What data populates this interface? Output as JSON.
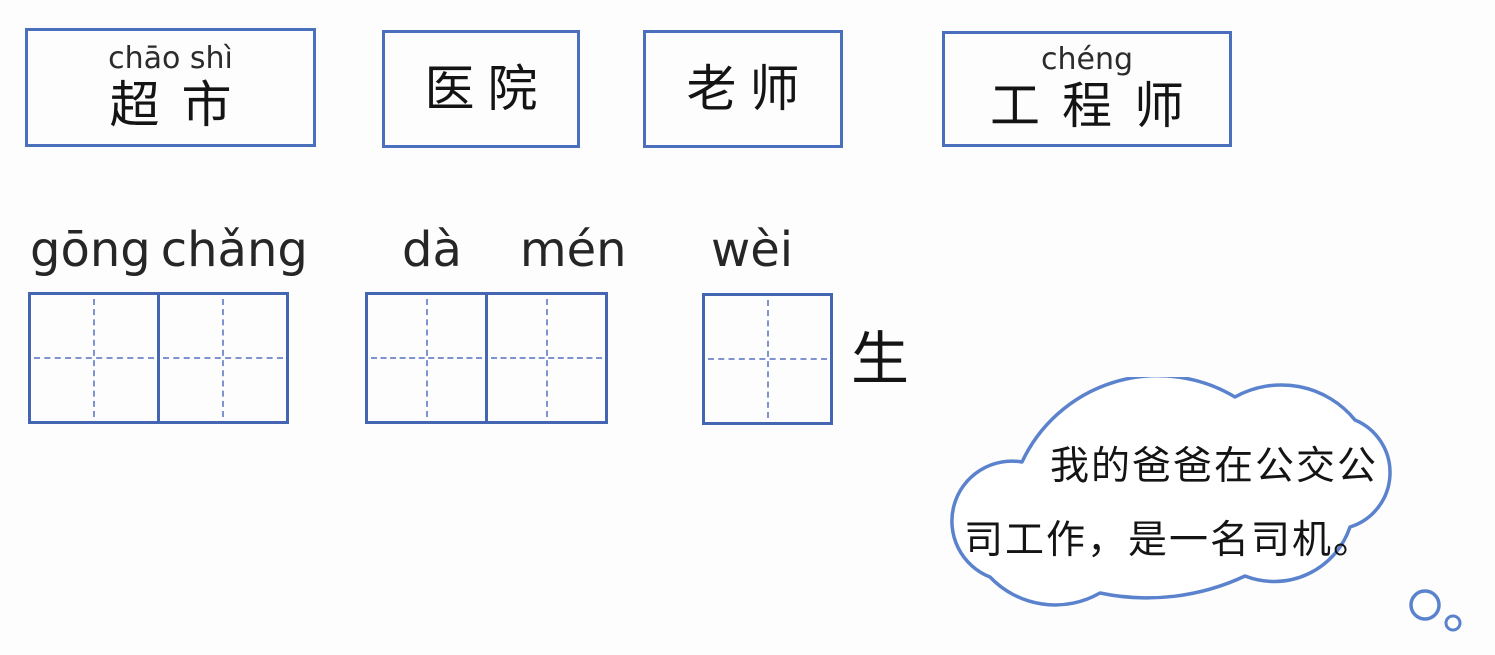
{
  "colors": {
    "card_border": "#4a6fbc",
    "grid_border": "#4466b2",
    "grid_dash": "#7e93cf",
    "cloud_stroke": "#5b82cd",
    "ink": "#141414"
  },
  "word_bank": {
    "boxes": [
      {
        "pinyin": "chāo shì",
        "hanzi": "超市"
      },
      {
        "hanzi": "医院"
      },
      {
        "hanzi": "老师"
      },
      {
        "pinyin": "chéng",
        "hanzi": "工程师"
      }
    ]
  },
  "writing": {
    "items": [
      {
        "pinyin_words": [
          "gōng",
          "chǎng"
        ],
        "cells": 2
      },
      {
        "pinyin_words": [
          "dà",
          "mén"
        ],
        "cells": 2
      },
      {
        "pinyin_words": [
          "wèi"
        ],
        "cells": 1,
        "suffix_hanzi": "生"
      }
    ]
  },
  "bubble": {
    "lines": [
      "我的爸爸在公交公",
      "司工作，是一名司机。"
    ]
  }
}
